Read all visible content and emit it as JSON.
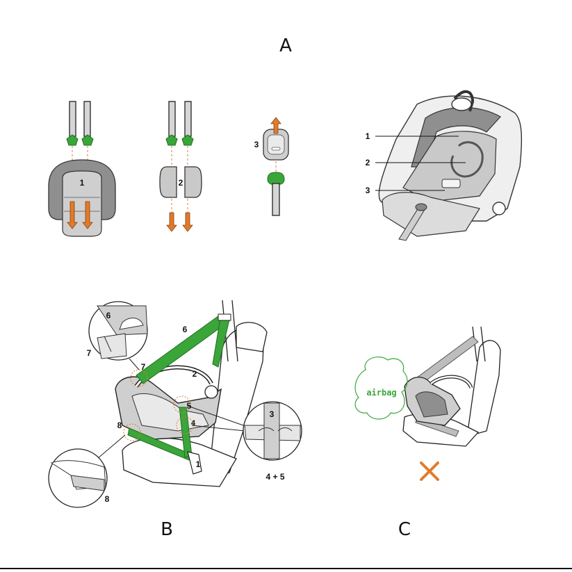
{
  "sections": {
    "a": "A",
    "b": "B",
    "c": "C"
  },
  "panel_a": {
    "canopy_label": "1",
    "side_pad_label": "2",
    "buckle_pad_label": "3",
    "callouts": [
      "1",
      "2",
      "3"
    ]
  },
  "panel_b": {
    "belt_labels": {
      "shoulder": "6",
      "retractor_pad": "2",
      "lap_mark": "5",
      "lap_mark_b": "4",
      "buckle": "1",
      "clip": "7",
      "lower_hook": "8"
    },
    "detail_top": {
      "belt": "6",
      "label": "7"
    },
    "detail_bottom": {
      "label": "8"
    },
    "detail_right": {
      "belt": "3",
      "label": "4 + 5"
    }
  },
  "panel_c": {
    "warning_label": "airbag",
    "prohibited_icon": "cross-icon"
  },
  "colors": {
    "belt_green": "#3aa63a",
    "accent_orange": "#e07b2c",
    "shell_grey": "#8a8a8a",
    "pad_grey": "#c9c9c9",
    "line": "#222222"
  }
}
